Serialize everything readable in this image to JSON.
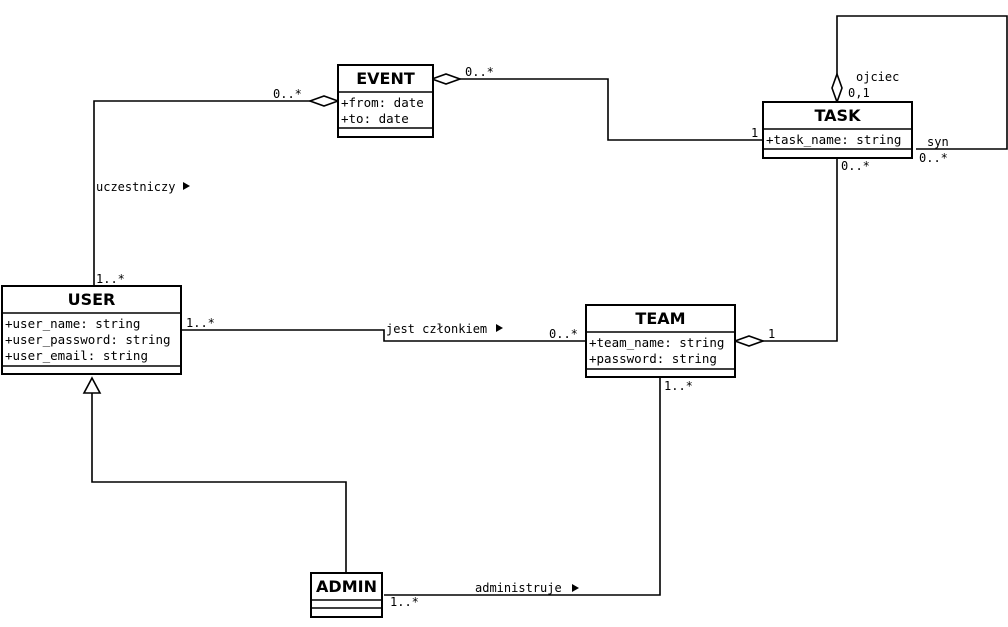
{
  "classes": {
    "event": {
      "name": "EVENT",
      "attributes": [
        "+from: date",
        "+to: date"
      ]
    },
    "task": {
      "name": "TASK",
      "attributes": [
        "+task_name: string"
      ]
    },
    "user": {
      "name": "USER",
      "attributes": [
        "+user_name: string",
        "+user_password: string",
        "+user_email: string"
      ]
    },
    "team": {
      "name": "TEAM",
      "attributes": [
        "+team_name: string",
        "+password: string"
      ]
    },
    "admin": {
      "name": "ADMIN",
      "attributes": []
    }
  },
  "associations": {
    "user_event": {
      "label": "uczestniczy",
      "user_mult": "1..*",
      "event_mult": "0..*"
    },
    "event_task": {
      "event_mult": "0..*",
      "task_mult": "1"
    },
    "task_self": {
      "parent_role": "ojciec",
      "parent_mult": "0,1",
      "child_role": "syn",
      "child_mult": "0..*"
    },
    "task_team": {
      "task_mult": "0..*",
      "team_mult": "1"
    },
    "user_team": {
      "label": "jest członkiem",
      "user_mult": "1..*",
      "team_mult": "0..*"
    },
    "admin_team": {
      "label": "administruje",
      "admin_mult": "1..*",
      "team_mult": "1..*"
    }
  }
}
